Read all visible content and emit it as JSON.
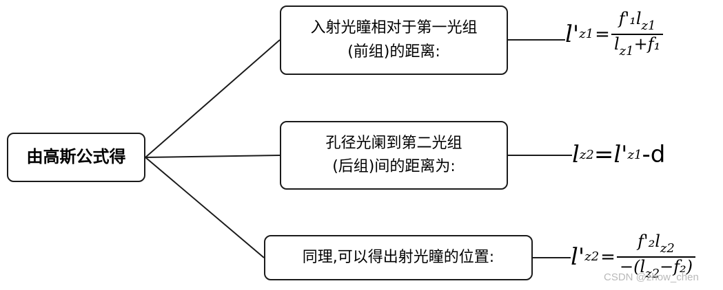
{
  "root": {
    "label": "由高斯公式得"
  },
  "branches": [
    {
      "label": "入射光瞳相对于第一光组\n(前组)的距离:",
      "formula": {
        "lhs": "l'",
        "lhs_sub": "z1",
        "num": "f'₁l",
        "num_sub": "z1",
        "den": "l",
        "den_sub": "z1",
        "den_tail": "+f₁"
      }
    },
    {
      "label": "孔径光阑到第二光组\n(后组)间的距离为:",
      "formula": {
        "a": "l",
        "a_sub": "z2",
        "eq": "=",
        "b": "l'",
        "b_sub": "z1",
        "tail": "-d"
      }
    },
    {
      "label": "同理,可以得出射光瞳的位置:",
      "formula": {
        "lhs": "l'",
        "lhs_sub": "z2",
        "num": "f'₂l",
        "num_sub": "z2",
        "den": "−(l",
        "den_sub": "z2",
        "den_tail": "−f₂)"
      }
    }
  ],
  "watermark": "CSDN @zhow_chen"
}
